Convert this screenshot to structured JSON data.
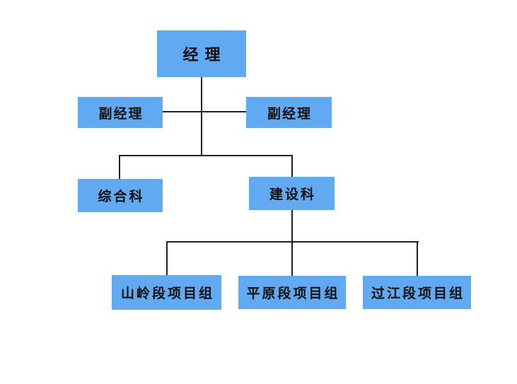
{
  "org_chart": {
    "background_color": "#ffffff",
    "node_fill_color": "#61aaf2",
    "node_text_color": "#111111",
    "connector_color": "#222222",
    "nodes": [
      {
        "id": "manager",
        "label": "经理"
      },
      {
        "id": "deputy-manager-left",
        "label": "副经理"
      },
      {
        "id": "deputy-manager-right",
        "label": "副经理"
      },
      {
        "id": "general-office",
        "label": "综合科"
      },
      {
        "id": "construction-dept",
        "label": "建设科"
      },
      {
        "id": "mountain-section-team",
        "label": "山岭段项目组"
      },
      {
        "id": "plain-section-team",
        "label": "平原段项目组"
      },
      {
        "id": "river-crossing-section-team",
        "label": "过江段项目组"
      }
    ],
    "edges": [
      {
        "from": "经理",
        "to": "副经理",
        "note": "left deputy, lateral link"
      },
      {
        "from": "经理",
        "to": "副经理",
        "note": "right deputy, lateral link"
      },
      {
        "from": "经理",
        "to": "综合科"
      },
      {
        "from": "经理",
        "to": "建设科"
      },
      {
        "from": "建设科",
        "to": "山岭段项目组"
      },
      {
        "from": "建设科",
        "to": "平原段项目组"
      },
      {
        "from": "建设科",
        "to": "过江段项目组"
      }
    ]
  }
}
